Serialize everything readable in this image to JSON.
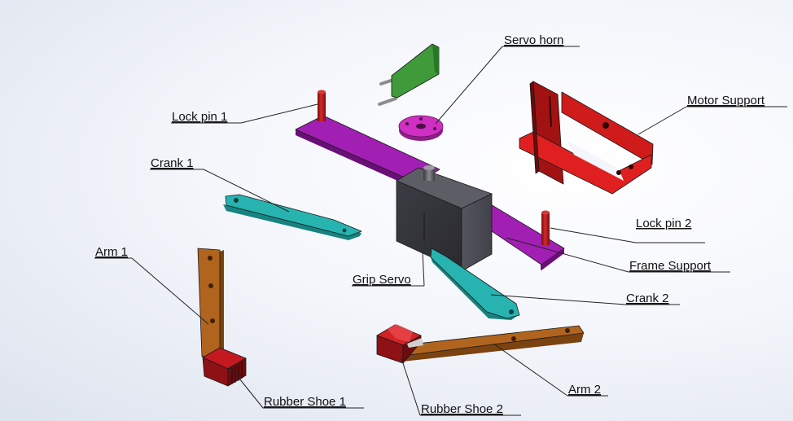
{
  "labels": {
    "servo_horn": "Servo horn",
    "motor_support": "Motor Support",
    "lock_pin_1": "Lock pin 1",
    "crank_1": "Crank 1",
    "lock_pin_2": "Lock pin 2",
    "arm_1": "Arm 1",
    "frame_support": "Frame Support",
    "grip_servo": "Grip Servo",
    "crank_2": "Crank 2",
    "arm_2": "Arm 2",
    "rubber_shoe_1": "Rubber Shoe 1",
    "rubber_shoe_2": "Rubber Shoe 2"
  },
  "colors": {
    "frame_purple": "#a21fb4",
    "servo_gray": "#4a4a52",
    "crank_teal": "#27b4b0",
    "arm_brown": "#b0641e",
    "shoe_red": "#a8151a",
    "pin_red": "#b81818",
    "motor_support_red": "#c01515",
    "horn_magenta": "#cf2fc2",
    "pcb_green": "#3f9a3a"
  }
}
